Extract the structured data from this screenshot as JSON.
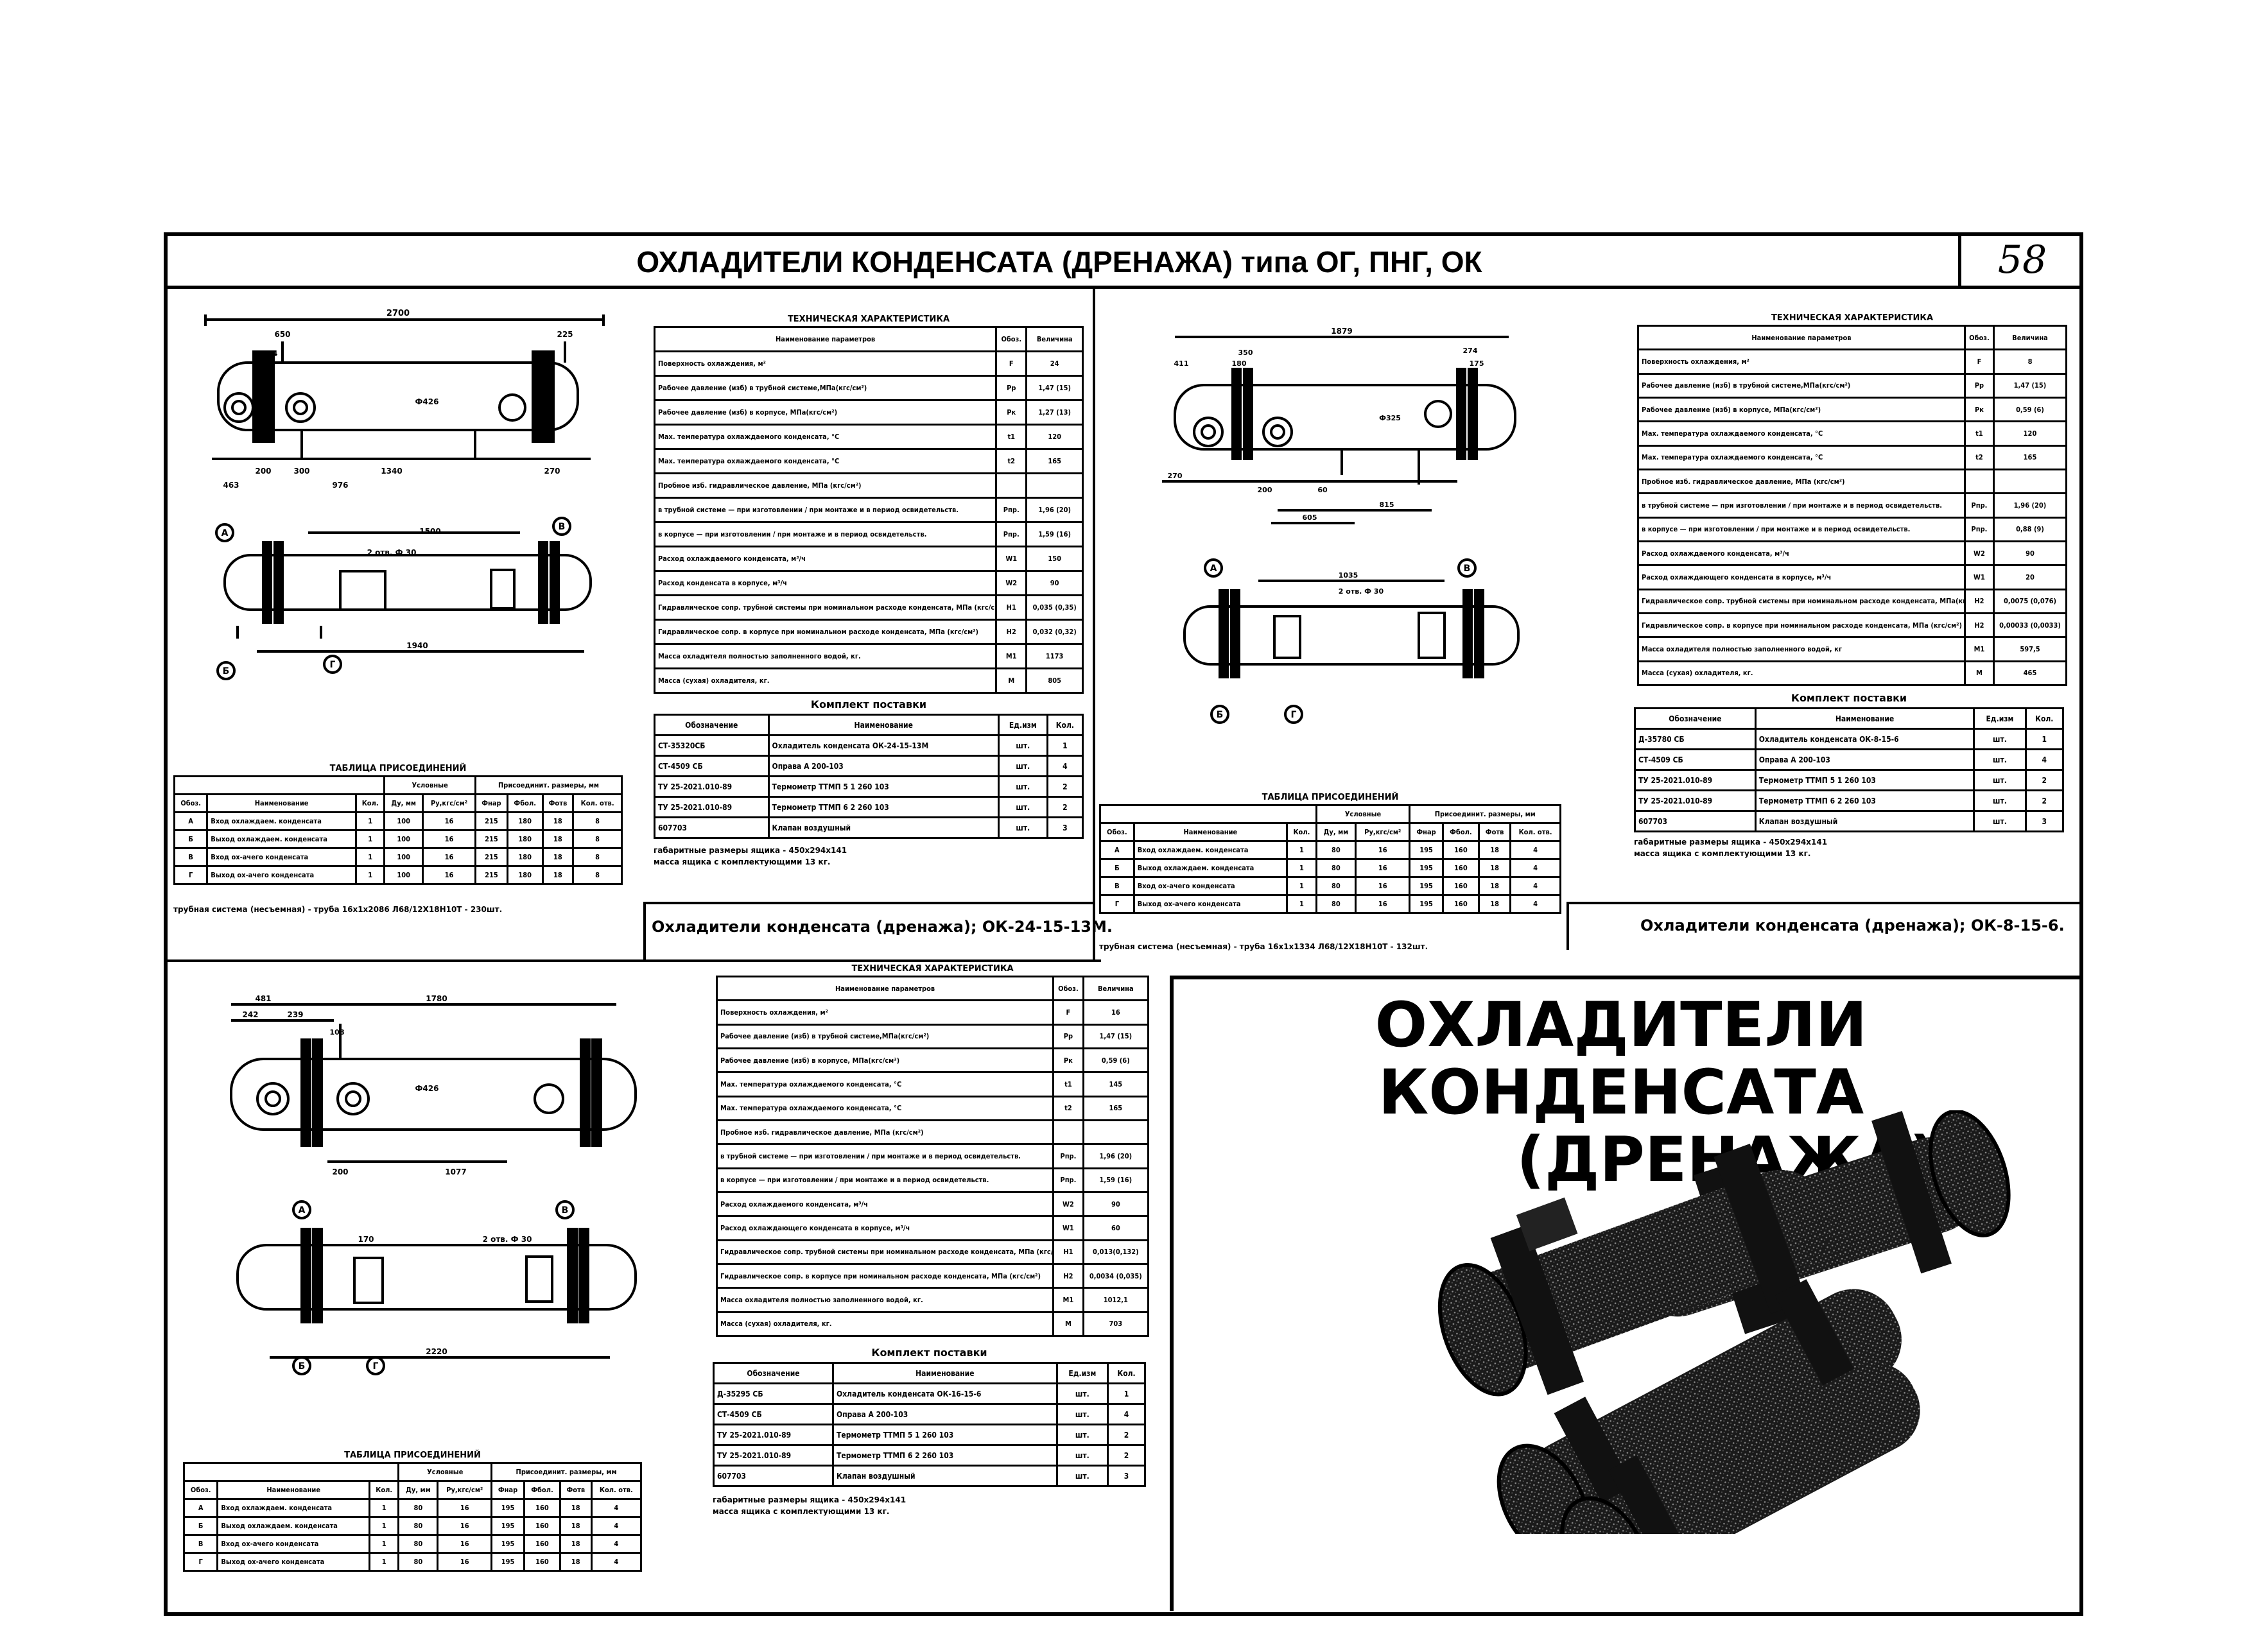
{
  "header": {
    "title": "ОХЛАДИТЕЛИ КОНДЕНСАТА (ДРЕНАЖА) типа ОГ, ПНГ, ОК",
    "page_number": "58"
  },
  "big_title": {
    "line1": "ОХЛАДИТЕЛИ КОНДЕНСАТА",
    "line2": "(ДРЕНАЖА)"
  },
  "ok24": {
    "caption": "Охладители конденсата (дренажа); ОК-24-15-13М.",
    "tech_title": "ТЕХНИЧЕСКАЯ ХАРАКТЕРИСТИКА",
    "tech_head": [
      "Наименование параметров",
      "Обоз.",
      "Величина"
    ],
    "tech_rows": [
      [
        "Поверхность охлаждения, м²",
        "F",
        "24"
      ],
      [
        "Рабочее давление (изб) в трубной системе,МПа(кгс/см²)",
        "Рр",
        "1,47 (15)"
      ],
      [
        "Рабочее давление (изб) в корпусе, МПа(кгс/см²)",
        "Рк",
        "1,27 (13)"
      ],
      [
        "Мах. температура охлаждаемого конденсата, °С",
        "t1",
        "120"
      ],
      [
        "Мах. температура охлаждаемого конденсата, °С",
        "t2",
        "165"
      ],
      [
        "Пробное изб. гидравлическое давление, МПа (кгс/см²)",
        "",
        ""
      ],
      [
        "в трубной системе — при изготовлении / при монтаже и в период освидетельств.",
        "Рпр.",
        "1,96 (20)"
      ],
      [
        "в корпусе — при изготовлении / при монтаже и в период освидетельств.",
        "Рпр.",
        "1,59 (16)"
      ],
      [
        "Расход охлаждаемого конденсата, м³/ч",
        "W1",
        "150"
      ],
      [
        "Расход конденсата в корпусе, м³/ч",
        "W2",
        "90"
      ],
      [
        "Гидравлическое сопр. трубной системы при номинальном расходе конденсата, МПа (кгс/см²)",
        "Н1",
        "0,035 (0,35)"
      ],
      [
        "Гидравлическое сопр. в корпусе при номинальном расходе конденсата, МПа (кгс/см²)",
        "Н2",
        "0,032 (0,32)"
      ],
      [
        "Масса охладителя полностью заполненного водой, кг.",
        "М1",
        "1173"
      ],
      [
        "Масса (сухая) охладителя, кг.",
        "М",
        "805"
      ]
    ],
    "kit_title": "Комплект поставки",
    "kit_head": [
      "Обозначение",
      "Наименование",
      "Ед.изм",
      "Кол."
    ],
    "kit_rows": [
      [
        "СТ-35320СБ",
        "Охладитель конденсата ОК-24-15-13М",
        "шт.",
        "1"
      ],
      [
        "СТ-4509 СБ",
        "Оправа А 200-103",
        "шт.",
        "4"
      ],
      [
        "ТУ 25-2021.010-89",
        "Термометр ТТМП 5 1 260 103",
        "шт.",
        "2"
      ],
      [
        "ТУ 25-2021.010-89",
        "Термометр ТТМП 6 2 260 103",
        "шт.",
        "2"
      ],
      [
        "607703",
        "Клапан воздушный",
        "шт.",
        "3"
      ]
    ],
    "pack_note1": "габаритные размеры ящика - 450х294х141",
    "pack_note2": "масса ящика с комплектующими 13 кг.",
    "conn_title": "ТАБЛИЦА ПРИСОЕДИНЕНИЙ",
    "conn_head": [
      "Обоз.",
      "Наименование",
      "Кол.",
      "Ду, мм",
      "Ру,кгс/см²",
      "Фнар",
      "Фбол.",
      "Фотв",
      "Кол. отв."
    ],
    "conn_group1": "Условные",
    "conn_group2": "Присоединит. размеры, мм",
    "conn_rows": [
      [
        "А",
        "Вход охлаждаем. конденсата",
        "1",
        "100",
        "16",
        "215",
        "180",
        "18",
        "8"
      ],
      [
        "Б",
        "Выход охлаждаем. конденсата",
        "1",
        "100",
        "16",
        "215",
        "180",
        "18",
        "8"
      ],
      [
        "В",
        "Вход ох-ачего конденсата",
        "1",
        "100",
        "16",
        "215",
        "180",
        "18",
        "8"
      ],
      [
        "Г",
        "Выход ох-ачего конденсата",
        "1",
        "100",
        "16",
        "215",
        "180",
        "18",
        "8"
      ]
    ],
    "tube_note": "трубная система (несъемная) - труба 16х1х2086 Л68/12Х18Н10Т - 230шт.",
    "dims": {
      "total": "2700",
      "d1": "650",
      "d2": "224",
      "d3": "225",
      "d4": "200",
      "d5": "300",
      "d6": "1340",
      "d7": "270",
      "d8": "463",
      "d9": "976",
      "d10": "1500",
      "d11": "1940",
      "holes": "2 отв. Ф 30",
      "dia": "Ф426"
    }
  },
  "ok8": {
    "caption": "Охладители конденсата (дренажа); ОК-8-15-6.",
    "tech_title": "ТЕХНИЧЕСКАЯ ХАРАКТЕРИСТИКА",
    "tech_head": [
      "Наименование параметров",
      "Обоз.",
      "Величина"
    ],
    "tech_rows": [
      [
        "Поверхность охлаждения, м²",
        "F",
        "8"
      ],
      [
        "Рабочее давление (изб) в трубной системе,МПа(кгс/см²)",
        "Рр",
        "1,47 (15)"
      ],
      [
        "Рабочее давление (изб) в корпусе, МПа(кгс/см²)",
        "Рк",
        "0,59 (6)"
      ],
      [
        "Мах. температура охлаждаемого конденсата, °С",
        "t1",
        "120"
      ],
      [
        "Мах. температура охлаждаемого конденсата, °С",
        "t2",
        "165"
      ],
      [
        "Пробное изб. гидравлическое давление, МПа (кгс/см²)",
        "",
        ""
      ],
      [
        "в трубной системе — при изготовлении / при монтаже и в период освидетельств.",
        "Рпр.",
        "1,96 (20)"
      ],
      [
        "в корпусе — при изготовлении / при монтаже и в период освидетельств.",
        "Рпр.",
        "0,88 (9)"
      ],
      [
        "Расход охлаждаемого конденсата, м³/ч",
        "W2",
        "90"
      ],
      [
        "Расход охлаждающего конденсата в корпусе, м³/ч",
        "W1",
        "20"
      ],
      [
        "Гидравлическое сопр. трубной системы при номинальном расходе конденсата, МПа(кгс/см²)",
        "Н2",
        "0,0075 (0,076)"
      ],
      [
        "Гидравлическое сопр. в корпусе при номинальном расходе конденсата, МПа (кгс/см²)",
        "Н2",
        "0,00033 (0,0033)"
      ],
      [
        "Масса охладителя полностью заполненного водой, кг",
        "М1",
        "597,5"
      ],
      [
        "Масса (сухая) охладителя, кг.",
        "М",
        "465"
      ]
    ],
    "kit_title": "Комплект поставки",
    "kit_head": [
      "Обозначение",
      "Наименование",
      "Ед.изм",
      "Кол."
    ],
    "kit_rows": [
      [
        "Д-35780 СБ",
        "Охладитель конденсата ОК-8-15-6",
        "шт.",
        "1"
      ],
      [
        "СТ-4509 СБ",
        "Оправа А 200-103",
        "шт.",
        "4"
      ],
      [
        "ТУ 25-2021.010-89",
        "Термометр ТТМП 5 1 260 103",
        "шт.",
        "2"
      ],
      [
        "ТУ 25-2021.010-89",
        "Термометр ТТМП 6 2 260 103",
        "шт.",
        "2"
      ],
      [
        "607703",
        "Клапан воздушный",
        "шт.",
        "3"
      ]
    ],
    "pack_note1": "габаритные размеры ящика - 450х294х141",
    "pack_note2": "масса ящика с комплектующими 13 кг.",
    "conn_title": "ТАБЛИЦА ПРИСОЕДИНЕНИЙ",
    "conn_head": [
      "Обоз.",
      "Наименование",
      "Кол.",
      "Ду, мм",
      "Ру,кгс/см²",
      "Фнар",
      "Фбол.",
      "Фотв",
      "Кол. отв."
    ],
    "conn_group1": "Условные",
    "conn_group2": "Присоединит. размеры, мм",
    "conn_rows": [
      [
        "А",
        "Вход охлаждаем. конденсата",
        "1",
        "80",
        "16",
        "195",
        "160",
        "18",
        "4"
      ],
      [
        "Б",
        "Выход охлаждаем. конденсата",
        "1",
        "80",
        "16",
        "195",
        "160",
        "18",
        "4"
      ],
      [
        "В",
        "Вход ох-ачего конденсата",
        "1",
        "80",
        "16",
        "195",
        "160",
        "18",
        "4"
      ],
      [
        "Г",
        "Выход ох-ачего конденсата",
        "1",
        "80",
        "16",
        "195",
        "160",
        "18",
        "4"
      ]
    ],
    "tube_note": "трубная система (несъемная) - труба 16х1х1334 Л68/12Х18Н10Т - 132шт.",
    "dims": {
      "total": "1879",
      "d1": "411",
      "d2": "350",
      "d3": "180",
      "d4": "274",
      "d5": "175",
      "d6": "270",
      "d7": "200",
      "d8": "60",
      "d9": "815",
      "d10": "605",
      "d11": "1035",
      "holes": "2 отв. Ф 30",
      "dia": "Ф325"
    }
  },
  "ok16": {
    "tech_title": "ТЕХНИЧЕСКАЯ ХАРАКТЕРИСТИКА",
    "tech_head": [
      "Наименование параметров",
      "Обоз.",
      "Величина"
    ],
    "tech_rows": [
      [
        "Поверхность охлаждения, м²",
        "F",
        "16"
      ],
      [
        "Рабочее давление (изб) в трубной системе,МПа(кгс/см²)",
        "Рр",
        "1,47 (15)"
      ],
      [
        "Рабочее давление (изб) в корпусе, МПа(кгс/см²)",
        "Рк",
        "0,59 (6)"
      ],
      [
        "Мах. температура охлаждаемого конденсата, °С",
        "t1",
        "145"
      ],
      [
        "Мах. температура охлаждаемого конденсата, °С",
        "t2",
        "165"
      ],
      [
        "Пробное изб. гидравлическое давление, МПа (кгс/см²)",
        "",
        ""
      ],
      [
        "в трубной системе — при изготовлении / при монтаже и в период освидетельств.",
        "Рпр.",
        "1,96 (20)"
      ],
      [
        "в корпусе — при изготовлении / при монтаже и в период освидетельств.",
        "Рпр.",
        "1,59 (16)"
      ],
      [
        "Расход охлаждаемого конденсата, м³/ч",
        "W2",
        "90"
      ],
      [
        "Расход охлаждающего конденсата в корпусе, м³/ч",
        "W1",
        "60"
      ],
      [
        "Гидравлическое сопр. трубной системы при номинальном расходе конденсата, МПа (кгс/см²)",
        "Н1",
        "0,013(0,132)"
      ],
      [
        "Гидравлическое сопр. в корпусе при номинальном расходе конденсата, МПа (кгс/см²)",
        "Н2",
        "0,0034 (0,035)"
      ],
      [
        "Масса охладителя полностью заполненного водой, кг.",
        "М1",
        "1012,1"
      ],
      [
        "Масса (сухая) охладителя, кг.",
        "М",
        "703"
      ]
    ],
    "kit_title": "Комплект поставки",
    "kit_head": [
      "Обозначение",
      "Наименование",
      "Ед.изм",
      "Кол."
    ],
    "kit_rows": [
      [
        "Д-35295 СБ",
        "Охладитель конденсата ОК-16-15-6",
        "шт.",
        "1"
      ],
      [
        "СТ-4509 СБ",
        "Оправа А 200-103",
        "шт.",
        "4"
      ],
      [
        "ТУ 25-2021.010-89",
        "Термометр ТТМП 5 1 260 103",
        "шт.",
        "2"
      ],
      [
        "ТУ 25-2021.010-89",
        "Термометр ТТМП 6 2 260 103",
        "шт.",
        "2"
      ],
      [
        "607703",
        "Клапан воздушный",
        "шт.",
        "3"
      ]
    ],
    "pack_note1": "габаритные размеры ящика - 450х294х141",
    "pack_note2": "масса ящика с комплектующими 13 кг.",
    "conn_title": "ТАБЛИЦА ПРИСОЕДИНЕНИЙ",
    "conn_head": [
      "Обоз.",
      "Наименование",
      "Кол.",
      "Ду, мм",
      "Ру,кгс/см²",
      "Фнар",
      "Фбол.",
      "Фотв",
      "Кол. отв."
    ],
    "conn_group1": "Условные",
    "conn_group2": "Присоединит. размеры, мм",
    "conn_rows": [
      [
        "А",
        "Вход охлаждаем. конденсата",
        "1",
        "80",
        "16",
        "195",
        "160",
        "18",
        "4"
      ],
      [
        "Б",
        "Выход охлаждаем. конденсата",
        "1",
        "80",
        "16",
        "195",
        "160",
        "18",
        "4"
      ],
      [
        "В",
        "Вход ох-ачего конденсата",
        "1",
        "80",
        "16",
        "195",
        "160",
        "18",
        "4"
      ],
      [
        "Г",
        "Выход ох-ачего конденсата",
        "1",
        "80",
        "16",
        "195",
        "160",
        "18",
        "4"
      ]
    ],
    "dims": {
      "d1": "481",
      "total": "1780",
      "d2": "242",
      "d3": "239",
      "d4": "108",
      "d5": "200",
      "d6": "1077",
      "d7": "170",
      "d8": "2220",
      "holes": "2 отв. Ф 30",
      "dia": "Ф426"
    }
  },
  "labels": {
    "a": "А",
    "b": "Б",
    "v": "В",
    "g": "Г"
  }
}
